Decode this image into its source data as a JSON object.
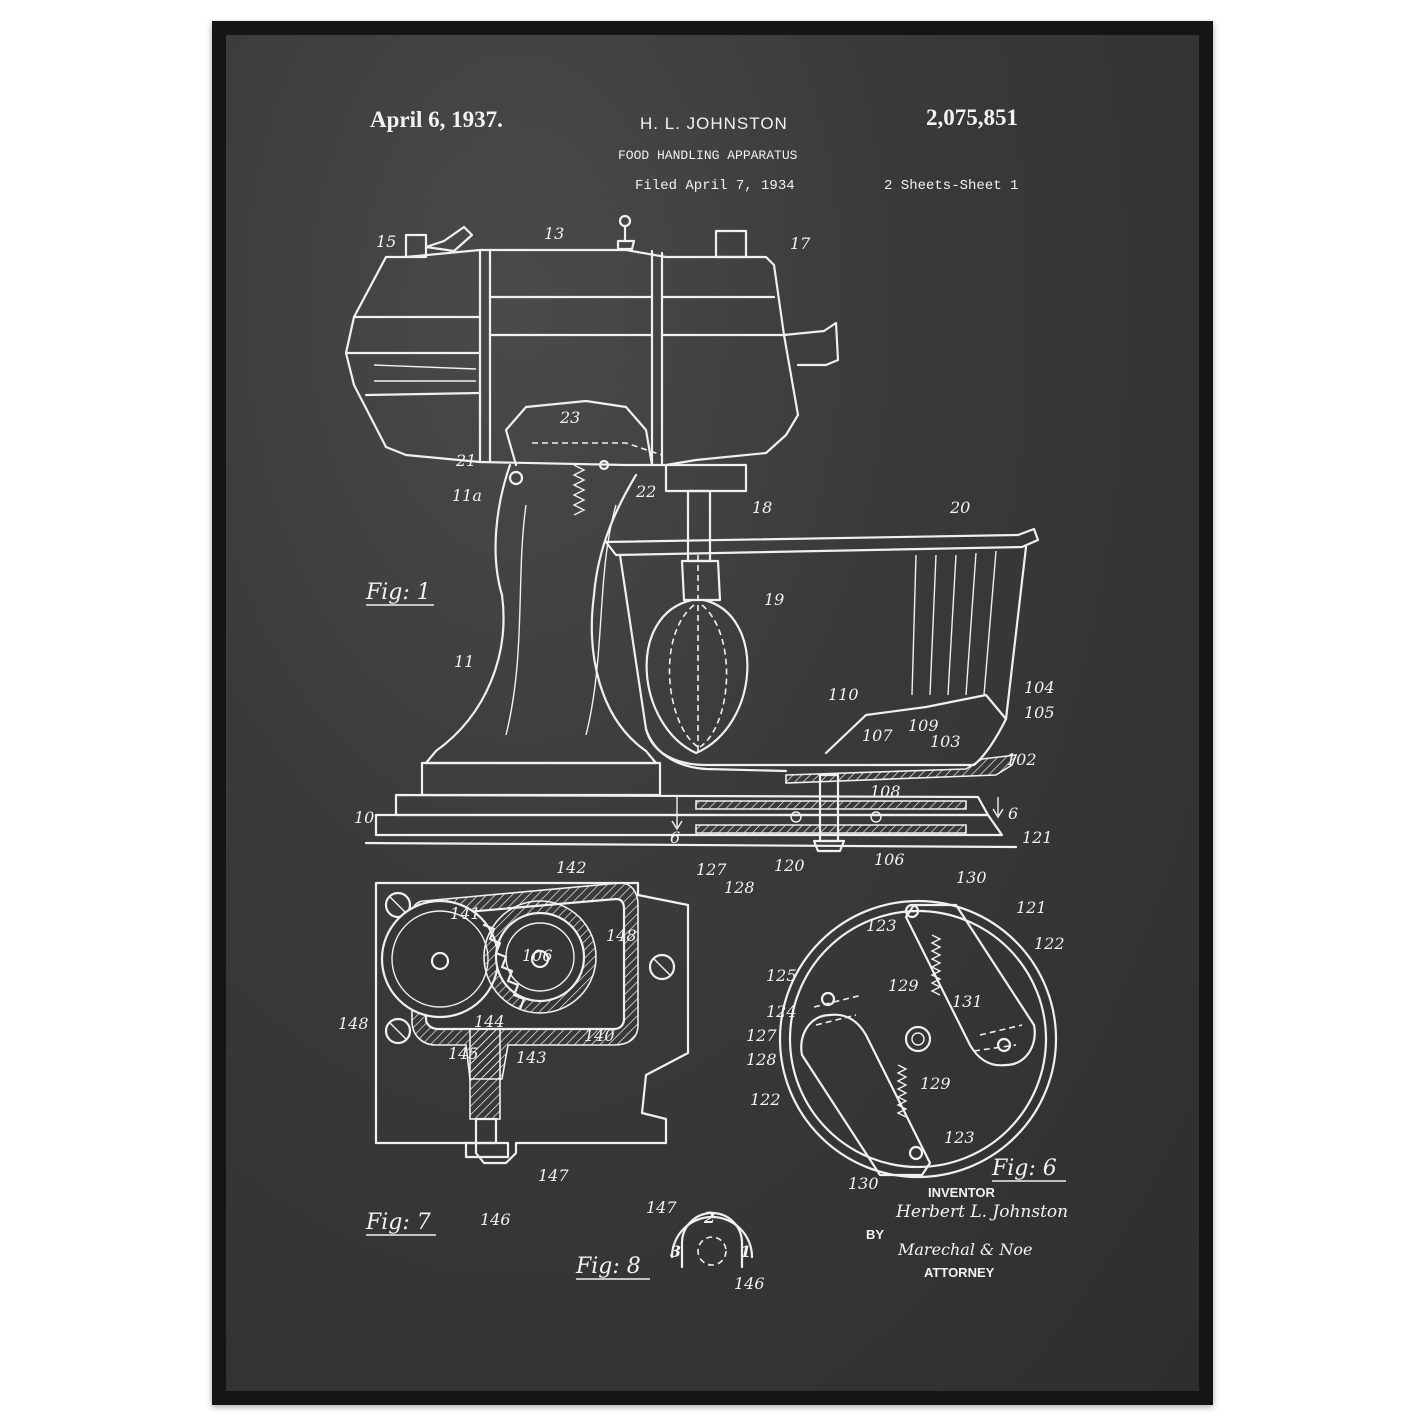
{
  "header": {
    "date": "April 6, 1937.",
    "inventor_name": "H. L. JOHNSTON",
    "patent_number": "2,075,851",
    "title": "FOOD HANDLING APPARATUS",
    "filed": "Filed April 7, 1934",
    "sheets": "2 Sheets-Sheet 1"
  },
  "figures": {
    "fig1": "Fig: 1",
    "fig6": "Fig: 6",
    "fig7": "Fig: 7",
    "fig8": "Fig: 8"
  },
  "reference_numerals": {
    "fig1": [
      "15",
      "13",
      "17",
      "23",
      "21",
      "11a",
      "22",
      "18",
      "20",
      "19",
      "11",
      "110",
      "104",
      "105",
      "107",
      "109",
      "103",
      "102",
      "108",
      "6",
      "10",
      "121",
      "127",
      "128",
      "120",
      "106"
    ],
    "fig7": [
      "142",
      "141",
      "106",
      "148",
      "148",
      "144",
      "143",
      "140",
      "145",
      "147",
      "146"
    ],
    "fig6": [
      "130",
      "121",
      "123",
      "122",
      "125",
      "124",
      "127",
      "128",
      "129",
      "131",
      "129",
      "122",
      "123",
      "130"
    ],
    "fig8": [
      "147",
      "2",
      "3",
      "1",
      "146"
    ]
  },
  "signature": {
    "inventor_label": "INVENTOR",
    "inventor_signature": "Herbert L. Johnston",
    "by_label": "BY",
    "attorney_signature": "Marechal & Noe",
    "attorney_label": "ATTORNEY"
  },
  "colors": {
    "frame": "#151515",
    "chalkboard": "#3a3a3a",
    "chalk": "#f0f0f0"
  }
}
